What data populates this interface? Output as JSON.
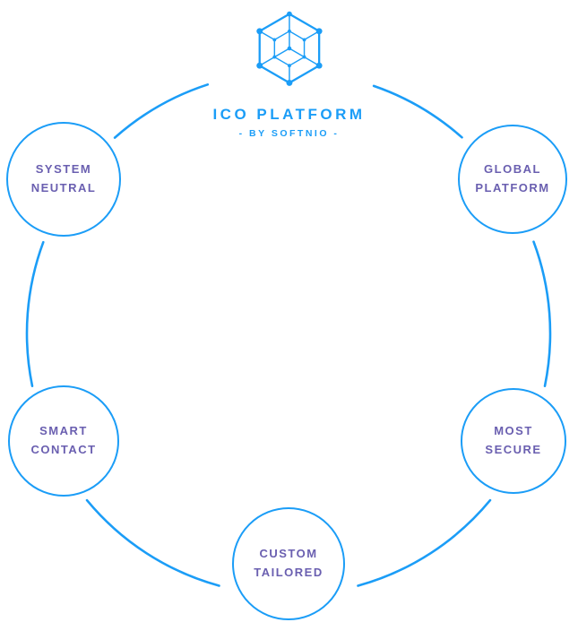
{
  "header": {
    "title": "ICO PLATFORM",
    "subtitle": "- BY SOFTNIO -",
    "logo_icon": "hexagon-network-icon"
  },
  "colors": {
    "accent": "#1b9df7",
    "label": "#6a5fb0"
  },
  "diagram": {
    "nodes": [
      {
        "id": "system-neutral",
        "label": "SYSTEM\nNEUTRAL",
        "position": "top-left"
      },
      {
        "id": "global-platform",
        "label": "GLOBAL\nPLATFORM",
        "position": "top-right"
      },
      {
        "id": "smart-contact",
        "label": "SMART\nCONTACT",
        "position": "bottom-left"
      },
      {
        "id": "most-secure",
        "label": "MOST\nSECURE",
        "position": "bottom-right"
      },
      {
        "id": "custom-tailored",
        "label": "CUSTOM\nTAILORED",
        "position": "bottom-center"
      }
    ]
  }
}
